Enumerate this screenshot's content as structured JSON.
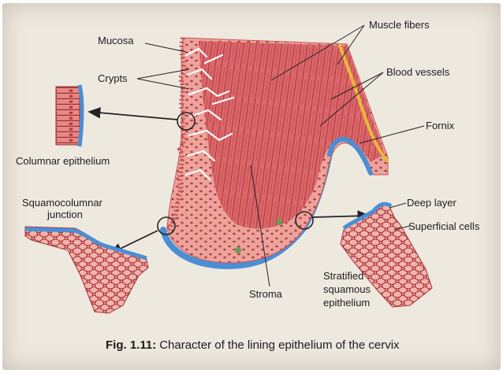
{
  "labels": {
    "mucosa": "Mucosa",
    "crypts": "Crypts",
    "muscle_fibers": "Muscle fibers",
    "blood_vessels": "Blood vessels",
    "fornix": "Fornix",
    "columnar_epithelium": "Columnar epithelium",
    "squamocolumnar_line1": "Squamocolumnar",
    "squamocolumnar_line2": "junction",
    "stroma": "Stroma",
    "stratified_line1": "Stratified",
    "stratified_line2": "squamous",
    "stratified_line3": "epithelium",
    "deep_layer": "Deep layer",
    "superficial_cells": "Superficial cells"
  },
  "caption": {
    "figure_number": "Fig. 1.11:",
    "text": "Character of the lining epithelium of the cervix"
  },
  "colors": {
    "tissue": "#e8948d",
    "muscle": "#c9454a",
    "epithelium_blue": "#4a8fd6",
    "serosa_yellow": "#e8b83c",
    "cell_outline": "#a8323a"
  }
}
